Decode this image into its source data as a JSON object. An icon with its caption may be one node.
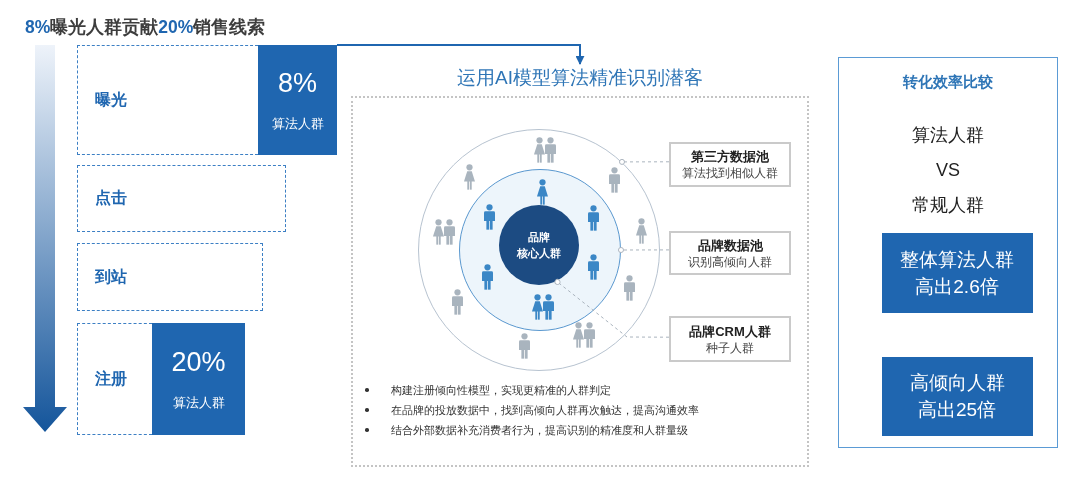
{
  "diagram": {
    "title": "8%曝光人群贡献20%销售线索",
    "nodes": [
      {
        "text": [
          "曝光"
        ]
      },
      {
        "text": [
          "8%",
          "算法人群"
        ]
      },
      {
        "text": [
          "点击"
        ]
      },
      {
        "text": [
          "到站"
        ]
      },
      {
        "text": [
          "注册"
        ]
      },
      {
        "text": [
          "20%",
          "算法人群"
        ]
      },
      {
        "text": [
          "运用AI模型算法精准识别潜客",
          "构建注册倾向性模型，实现更精准的人群判定",
          "在品牌的投放数据中，找到高倾向人群再次触达，提高沟通效率",
          "结合外部数据补充消费者行为，提高识别的精准度和人群量级"
        ]
      },
      {
        "text": [],
        "shape": "circle",
        "in": 6
      },
      {
        "text": [],
        "shape": "circle",
        "in": 7
      },
      {
        "text": [
          "品牌",
          "核心人群"
        ],
        "in": 8
      },
      {
        "text": [
          "第三方数据池",
          "算法找到相似人群"
        ],
        "in": 6
      },
      {
        "text": [
          "品牌数据池",
          "识别高倾向人群"
        ],
        "in": 6
      },
      {
        "text": [
          "品牌CRM人群",
          "种子人群"
        ],
        "in": 6
      },
      {
        "text": [
          "转化效率比较",
          "算法人群",
          "VS",
          "常规人群"
        ]
      },
      {
        "text": [
          "整体算法人群高出2.6倍"
        ],
        "in": 13
      },
      {
        "text": [
          "高倾向人群高出25倍"
        ],
        "in": 13
      }
    ],
    "edges": [
      {
        "from": 1,
        "to": 6,
        "arrow": "to",
        "color": "#1f66b0"
      },
      {
        "from": 10,
        "to": 7,
        "arrow": "other",
        "style": "dashed"
      },
      {
        "from": 11,
        "to": 8,
        "arrow": "other",
        "style": "dashed"
      },
      {
        "from": 12,
        "to": 9,
        "arrow": "other",
        "style": "dashed"
      }
    ]
  }
}
